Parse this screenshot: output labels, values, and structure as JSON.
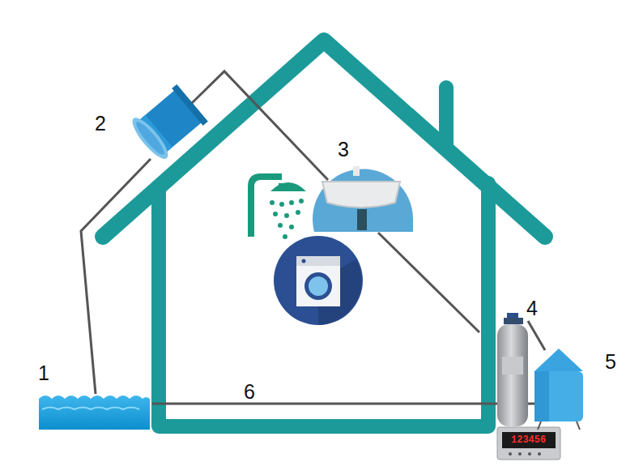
{
  "diagram": {
    "labels": [
      "1",
      "2",
      "3",
      "4",
      "5",
      "6",
      "123456"
    ]
  }
}
